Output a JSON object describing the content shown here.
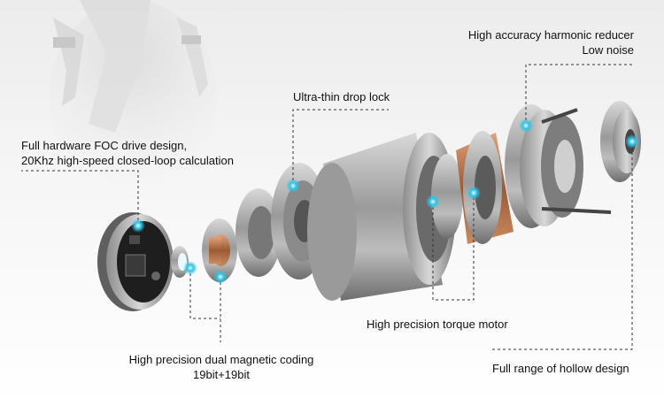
{
  "callouts": {
    "harmonic_reducer": {
      "line1": "High accuracy harmonic reducer",
      "line2": "Low noise"
    },
    "drop_lock": {
      "line1": "Ultra-thin drop lock"
    },
    "foc_drive": {
      "line1": "Full hardware FOC drive design,",
      "line2": "20Khz high-speed closed-loop calculation"
    },
    "torque_motor": {
      "line1": "High precision torque motor"
    },
    "magnetic_coding": {
      "line1": "High precision dual magnetic coding",
      "line2": "19bit+19bit"
    },
    "hollow_design": {
      "line1": "Full range of hollow design"
    }
  },
  "colors": {
    "marker": "#2ec3e6",
    "leader": "#333333"
  }
}
